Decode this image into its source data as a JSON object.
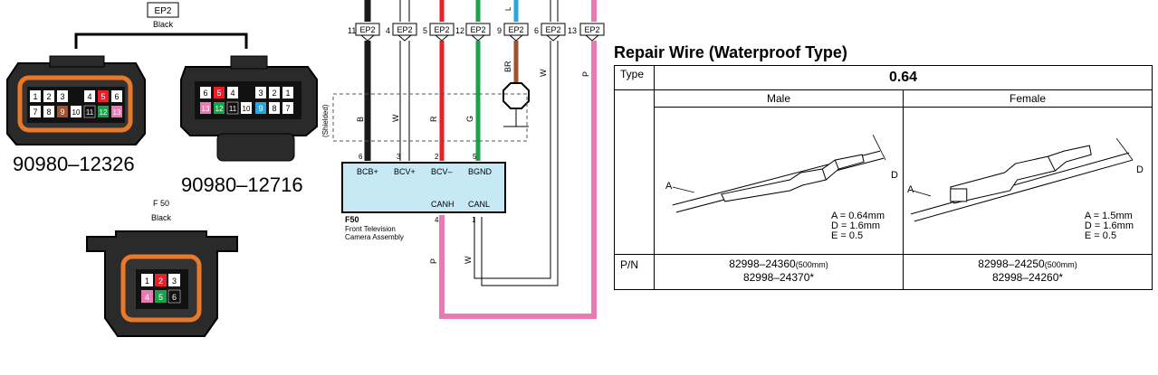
{
  "connectors": {
    "ep2_tag": "EP2",
    "ep2_color": "Black",
    "part_left": "90980–12326",
    "part_right": "90980–12716",
    "left_pins": {
      "row1": [
        "1",
        "2",
        "3",
        "4",
        "5",
        "6"
      ],
      "row2": [
        "7",
        "8",
        "9",
        "10",
        "11",
        "12",
        "13"
      ]
    },
    "right_pins": {
      "row1": [
        "6",
        "5",
        "4",
        "3",
        "2",
        "1"
      ],
      "row2": [
        "13",
        "12",
        "11",
        "10",
        "9",
        "8",
        "7"
      ]
    },
    "f50_tag": "F 50",
    "f50_color": "Black",
    "f50_pins": {
      "row1": [
        "1",
        "2",
        "3"
      ],
      "row2": [
        "4",
        "5",
        "6"
      ]
    }
  },
  "wiring": {
    "ep2_connectors": [
      {
        "pin": "11",
        "tag": "EP2"
      },
      {
        "pin": "4",
        "tag": "EP2"
      },
      {
        "pin": "5",
        "tag": "EP2"
      },
      {
        "pin": "12",
        "tag": "EP2"
      },
      {
        "pin": "9",
        "tag": "EP2"
      },
      {
        "pin": "6",
        "tag": "EP2"
      },
      {
        "pin": "13",
        "tag": "EP2"
      }
    ],
    "wire_colors_top": [
      "B",
      "W",
      "R",
      "G",
      "BR",
      "W",
      "P"
    ],
    "top_letter_blue": "L",
    "shielded_label": "(Shielded)",
    "module_pins_top": [
      "6",
      "3",
      "2",
      "5"
    ],
    "module_labels_top": [
      "BCB+",
      "BCV+",
      "BCV–",
      "BGND"
    ],
    "module_labels_bottom": [
      "CANH",
      "CANL"
    ],
    "module_pins_bottom": [
      "4",
      "1"
    ],
    "module_id": "F50",
    "module_name_line1": "Front Television",
    "module_name_line2": "Camera Assembly",
    "bottom_wire_colors": [
      "P",
      "W"
    ],
    "colors": {
      "black": "#1a1a1a",
      "red": "#e8202a",
      "green": "#1aa24a",
      "blue": "#29a8e0",
      "brown": "#a0522d",
      "pink": "#e87ab4",
      "module_fill": "#c6e9f5",
      "connector_orange": "#e8792a"
    }
  },
  "repair": {
    "title": "Repair Wire (Waterproof Type)",
    "type_label": "Type",
    "type_value": "0.64",
    "male_label": "Male",
    "female_label": "Female",
    "male_dims": [
      "A = 0.64mm",
      "D = 1.6mm",
      "E = 0.5"
    ],
    "female_dims": [
      "A = 1.5mm",
      "D = 1.6mm",
      "E = 0.5"
    ],
    "dim_a": "A",
    "dim_d": "D",
    "pn_label": "P/N",
    "male_pn_1": "82998–24360",
    "male_pn_1_sub": "(500mm)",
    "male_pn_2": "82998–24370*",
    "female_pn_1": "82998–24250",
    "female_pn_1_sub": "(500mm)",
    "female_pn_2": "82998–24260*"
  }
}
